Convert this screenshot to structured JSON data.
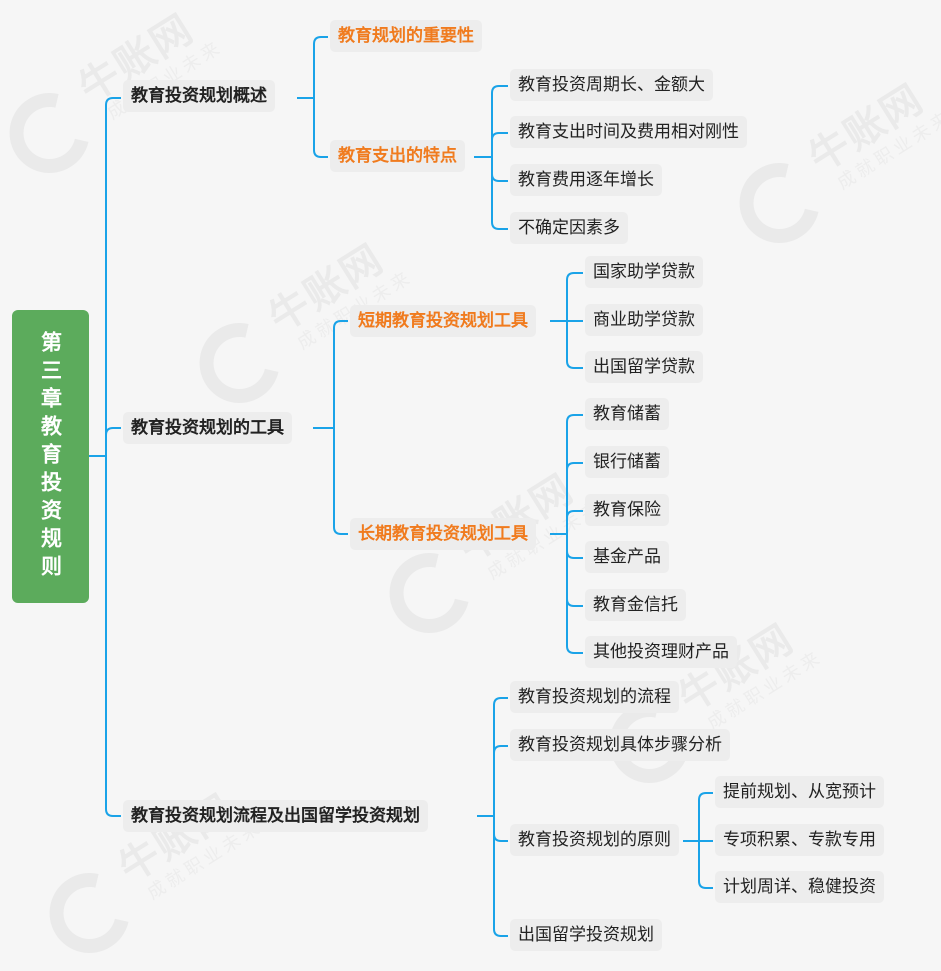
{
  "root": {
    "label": "第三章教育投资规则"
  },
  "watermark": {
    "brand": "牛账网",
    "slogan": "成就职业未来"
  },
  "branches": [
    {
      "label": "教育投资规划概述",
      "children": [
        {
          "label": "教育规划的重要性",
          "children": []
        },
        {
          "label": "教育支出的特点",
          "children": [
            {
              "label": "教育投资周期长、金额大"
            },
            {
              "label": "教育支出时间及费用相对刚性"
            },
            {
              "label": "教育费用逐年增长"
            },
            {
              "label": "不确定因素多"
            }
          ]
        }
      ]
    },
    {
      "label": "教育投资规划的工具",
      "children": [
        {
          "label": "短期教育投资规划工具",
          "children": [
            {
              "label": "国家助学贷款"
            },
            {
              "label": "商业助学贷款"
            },
            {
              "label": "出国留学贷款"
            }
          ]
        },
        {
          "label": "长期教育投资规划工具",
          "children": [
            {
              "label": "教育储蓄"
            },
            {
              "label": "银行储蓄"
            },
            {
              "label": "教育保险"
            },
            {
              "label": "基金产品"
            },
            {
              "label": "教育金信托"
            },
            {
              "label": "其他投资理财产品"
            }
          ]
        }
      ]
    },
    {
      "label": "教育投资规划流程及出国留学投资规划",
      "children": [
        {
          "label": "教育投资规划的流程"
        },
        {
          "label": "教育投资规划具体步骤分析"
        },
        {
          "label": "教育投资规划的原则",
          "children": [
            {
              "label": "提前规划、从宽预计"
            },
            {
              "label": "专项积累、专款专用"
            },
            {
              "label": "计划周详、稳健投资"
            }
          ]
        },
        {
          "label": "出国留学投资规划"
        }
      ]
    }
  ]
}
